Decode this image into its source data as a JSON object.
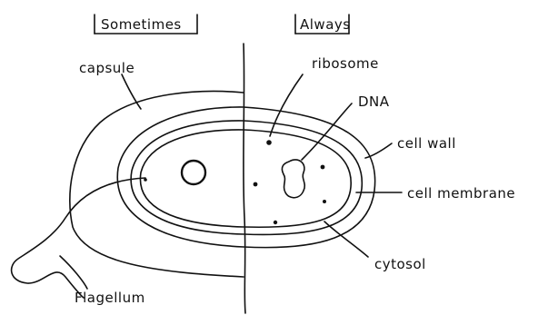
{
  "headers": {
    "left": "Sometimes",
    "right": "Always"
  },
  "labels": {
    "capsule": "capsule",
    "ribosome": "ribosome",
    "dna": "DNA",
    "cell_wall": "cell wall",
    "cell_membrane": "cell membrane",
    "cytosol": "cytosol",
    "flagellum": "Flagellum"
  }
}
